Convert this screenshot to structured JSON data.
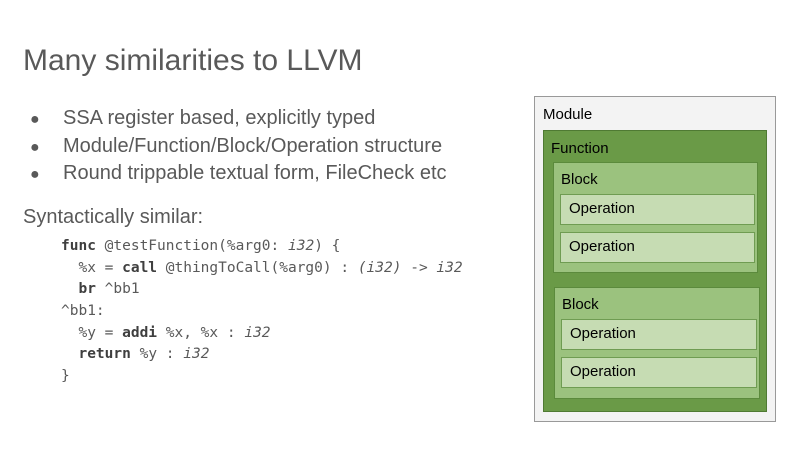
{
  "title": "Many similarities to LLVM",
  "bullet_glyph": "●",
  "bullets": [
    "SSA register based, explicitly typed",
    "Module/Function/Block/Operation structure",
    "Round trippable textual form, FileCheck etc"
  ],
  "subheading": "Syntactically similar:",
  "code": {
    "l1_kw": "func",
    "l1_rest": " @testFunction(%arg0: ",
    "l1_type": "i32",
    "l1_end": ") {",
    "l2_pre": "  %x = ",
    "l2_kw": "call",
    "l2_rest": " @thingToCall(%arg0) : ",
    "l2_type1": "(i32)",
    "l2_arrow": " -> ",
    "l2_type2": "i32",
    "l3_pre": "  ",
    "l3_kw": "br",
    "l3_rest": " ^bb1",
    "l4": "^bb1:",
    "l5_pre": "  %y = ",
    "l5_kw": "addi",
    "l5_rest": " %x, %x : ",
    "l5_type": "i32",
    "l6_pre": "  ",
    "l6_kw": "return",
    "l6_rest": " %y : ",
    "l6_type": "i32",
    "l7": "}"
  },
  "diagram": {
    "module_label": "Module",
    "function_label": "Function",
    "blocks": [
      {
        "label": "Block",
        "operations": [
          "Operation",
          "Operation"
        ]
      },
      {
        "label": "Block",
        "operations": [
          "Operation",
          "Operation"
        ]
      }
    ],
    "colors": {
      "module_bg": "#f3f3f3",
      "function_bg": "#6a9a47",
      "block_bg": "#9bc27e",
      "operation_bg": "#c6dcb3"
    }
  }
}
